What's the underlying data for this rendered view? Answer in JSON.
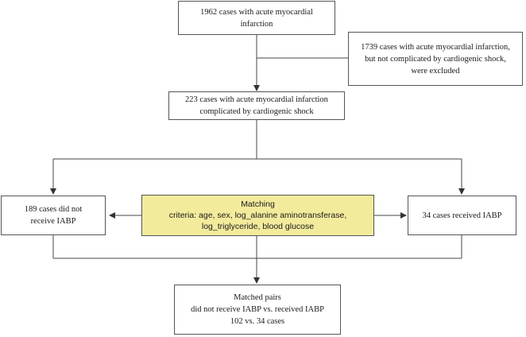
{
  "boxes": {
    "total": [
      "1962 cases with acute myocardial",
      "infarction"
    ],
    "excluded": [
      "1739 cases with acute myocardial infarction,",
      "but not complicated by cardiogenic shock,",
      "were excluded"
    ],
    "shock": [
      "223 cases with acute myocardial infarction",
      "complicated by cardiogenic shock"
    ],
    "no_iabp": [
      "189 cases did not",
      "receive IABP"
    ],
    "matching": [
      "Matching",
      "criteria: age, sex, log_alanine aminotransferase,",
      "log_triglyceride, blood glucose"
    ],
    "iabp": [
      "34 cases received IABP"
    ],
    "matched": [
      "Matched pairs",
      "did not receive IABP vs. received IABP",
      "102 vs. 34 cases"
    ]
  },
  "colors": {
    "highlight": "#f3eb9c",
    "line": "#444444"
  }
}
